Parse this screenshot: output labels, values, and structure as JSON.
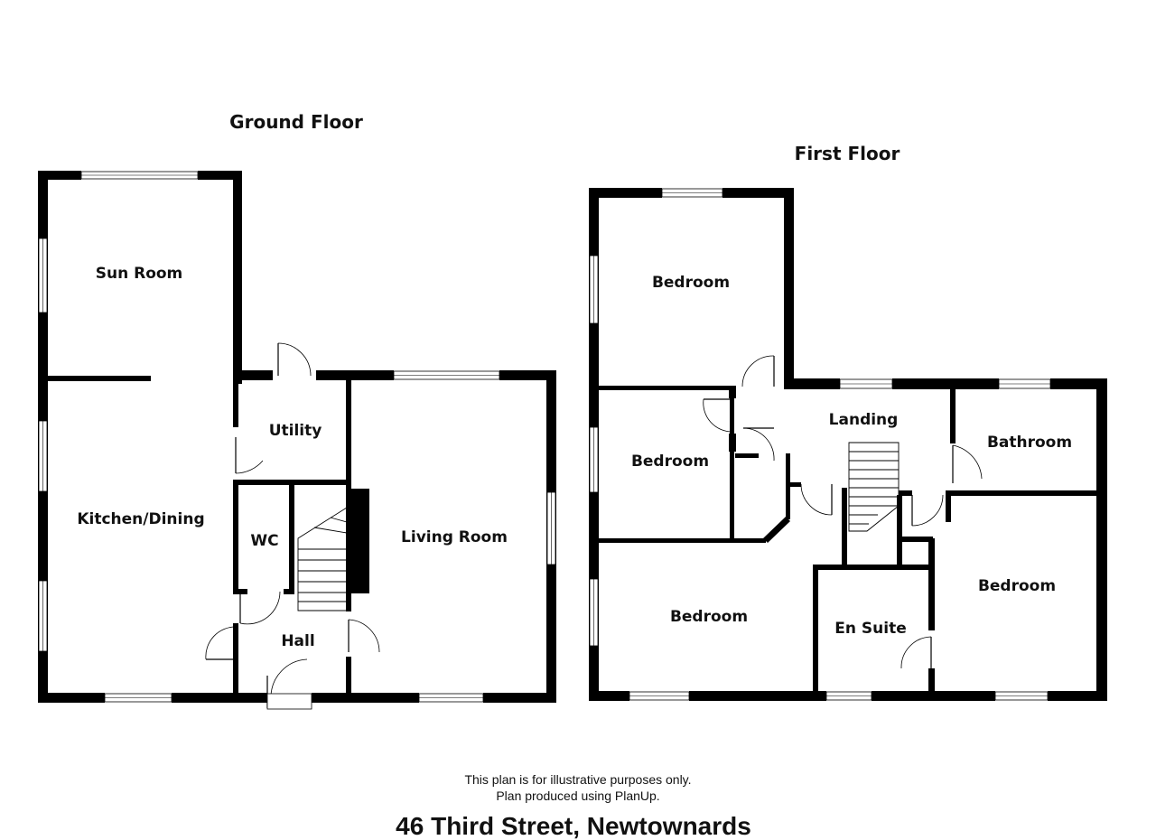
{
  "floors": [
    {
      "title": "Ground Floor",
      "rooms": [
        "Sun Room",
        "Kitchen/Dining",
        "Utility",
        "WC",
        "Hall",
        "Living Room"
      ]
    },
    {
      "title": "First Floor",
      "rooms": [
        "Bedroom",
        "Bedroom",
        "Landing",
        "Bathroom",
        "Bedroom",
        "En Suite",
        "Bedroom"
      ]
    }
  ],
  "footer": {
    "disclaimer_line1": "This plan is for illustrative purposes only.",
    "disclaimer_line2": "Plan produced using PlanUp.",
    "address": "46 Third Street, Newtownards"
  }
}
